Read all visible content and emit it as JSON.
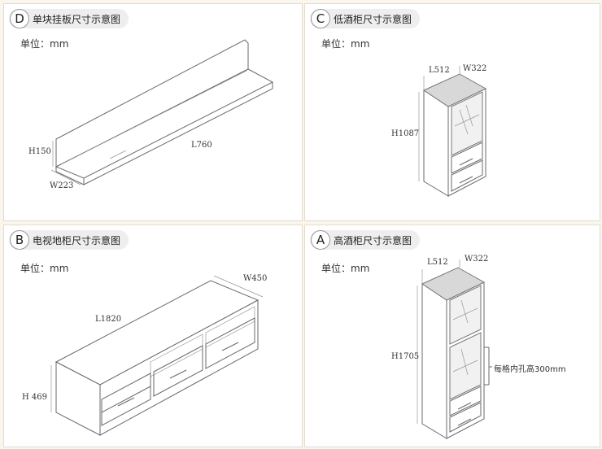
{
  "panels": {
    "d": {
      "badge": "D",
      "title": "单块挂板尺寸示意图",
      "unit": "单位：mm",
      "dims": {
        "height": "H150",
        "width": "W223",
        "length": "L760"
      }
    },
    "c": {
      "badge": "C",
      "title": "低酒柜尺寸示意图",
      "unit": "单位：mm",
      "dims": {
        "length": "L512",
        "width": "W322",
        "height": "H1087"
      }
    },
    "b": {
      "badge": "B",
      "title": "电视地柜尺寸示意图",
      "unit": "单位：mm",
      "dims": {
        "width": "W450",
        "length": "L1820",
        "height": "H 469"
      }
    },
    "a": {
      "badge": "A",
      "title": "高酒柜尺寸示意图",
      "unit": "单位：mm",
      "dims": {
        "length": "L512",
        "width": "W322",
        "height": "H1705"
      },
      "callout": "每格内孔高300mm"
    }
  }
}
